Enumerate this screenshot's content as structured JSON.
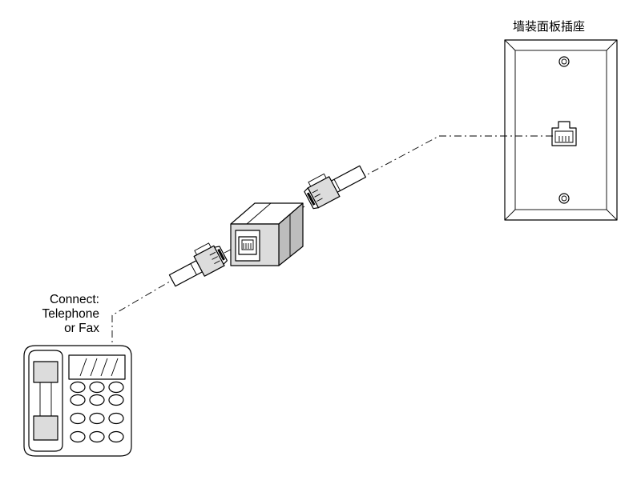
{
  "labels": {
    "wall_plate": "墙装面板插座",
    "connect_line1": "Connect:",
    "connect_line2": "Telephone",
    "connect_line3": "or Fax"
  },
  "icons": [
    "wall-plate-icon",
    "rj11-plug-icon",
    "inline-coupler-icon",
    "telephone-icon"
  ],
  "colors": {
    "line": "#000000",
    "background": "#ffffff"
  }
}
